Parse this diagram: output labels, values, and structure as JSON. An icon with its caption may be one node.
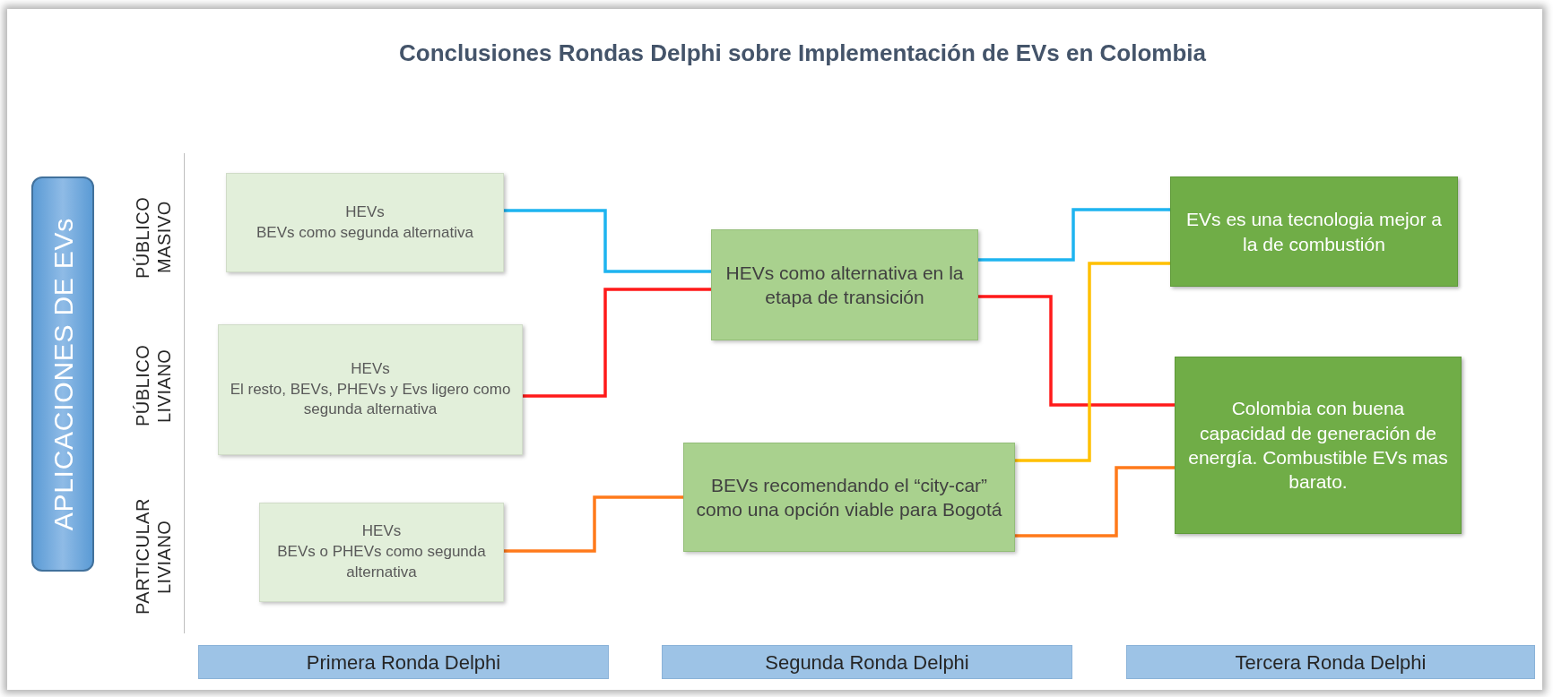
{
  "diagram": {
    "title": "Conclusiones Rondas Delphi sobre Implementación de EVs en Colombia",
    "nodes": [
      {
        "text": [
          "APLICACIONES DE EVs"
        ]
      },
      {
        "text": [
          "HEVs",
          "BEVs como segunda alternativa"
        ]
      },
      {
        "text": [
          "HEVs",
          "El resto, BEVs, PHEVs y Evs ligero como segunda alternativa"
        ]
      },
      {
        "text": [
          "HEVs",
          "BEVs o PHEVs como segunda alternativa"
        ]
      },
      {
        "text": [
          "HEVs como alternativa en la etapa de transición"
        ]
      },
      {
        "text": [
          "BEVs recomendando el “city-car” como una opción viable para Bogotá"
        ]
      },
      {
        "text": [
          "EVs es una tecnologia mejor a la de combustión"
        ]
      },
      {
        "text": [
          "Colombia con buena capacidad de generación de energía. Combustible EVs mas barato."
        ]
      },
      {
        "text": [
          "Primera Ronda Delphi"
        ]
      },
      {
        "text": [
          "Segunda Ronda Delphi"
        ]
      },
      {
        "text": [
          "Tercera Ronda Delphi"
        ]
      }
    ],
    "edges": [
      {
        "from": 1,
        "to": 4,
        "arrow": "none",
        "color": "#1eb4f0"
      },
      {
        "from": 2,
        "to": 4,
        "arrow": "none",
        "color": "#ff1a1a"
      },
      {
        "from": 3,
        "to": 5,
        "arrow": "none",
        "color": "#ff7a1a"
      },
      {
        "from": 4,
        "to": 6,
        "arrow": "none",
        "color": "#1eb4f0"
      },
      {
        "from": 4,
        "to": 7,
        "arrow": "none",
        "color": "#ff1a1a"
      },
      {
        "from": 5,
        "to": 6,
        "arrow": "none",
        "color": "#ffc000"
      },
      {
        "from": 5,
        "to": 7,
        "arrow": "none",
        "color": "#ff7a1a"
      }
    ],
    "labels": [
      "PÚBLICO MASIVO",
      "PÚBLICO LIVIANO",
      "PARTICULAR LIVIANO"
    ]
  }
}
